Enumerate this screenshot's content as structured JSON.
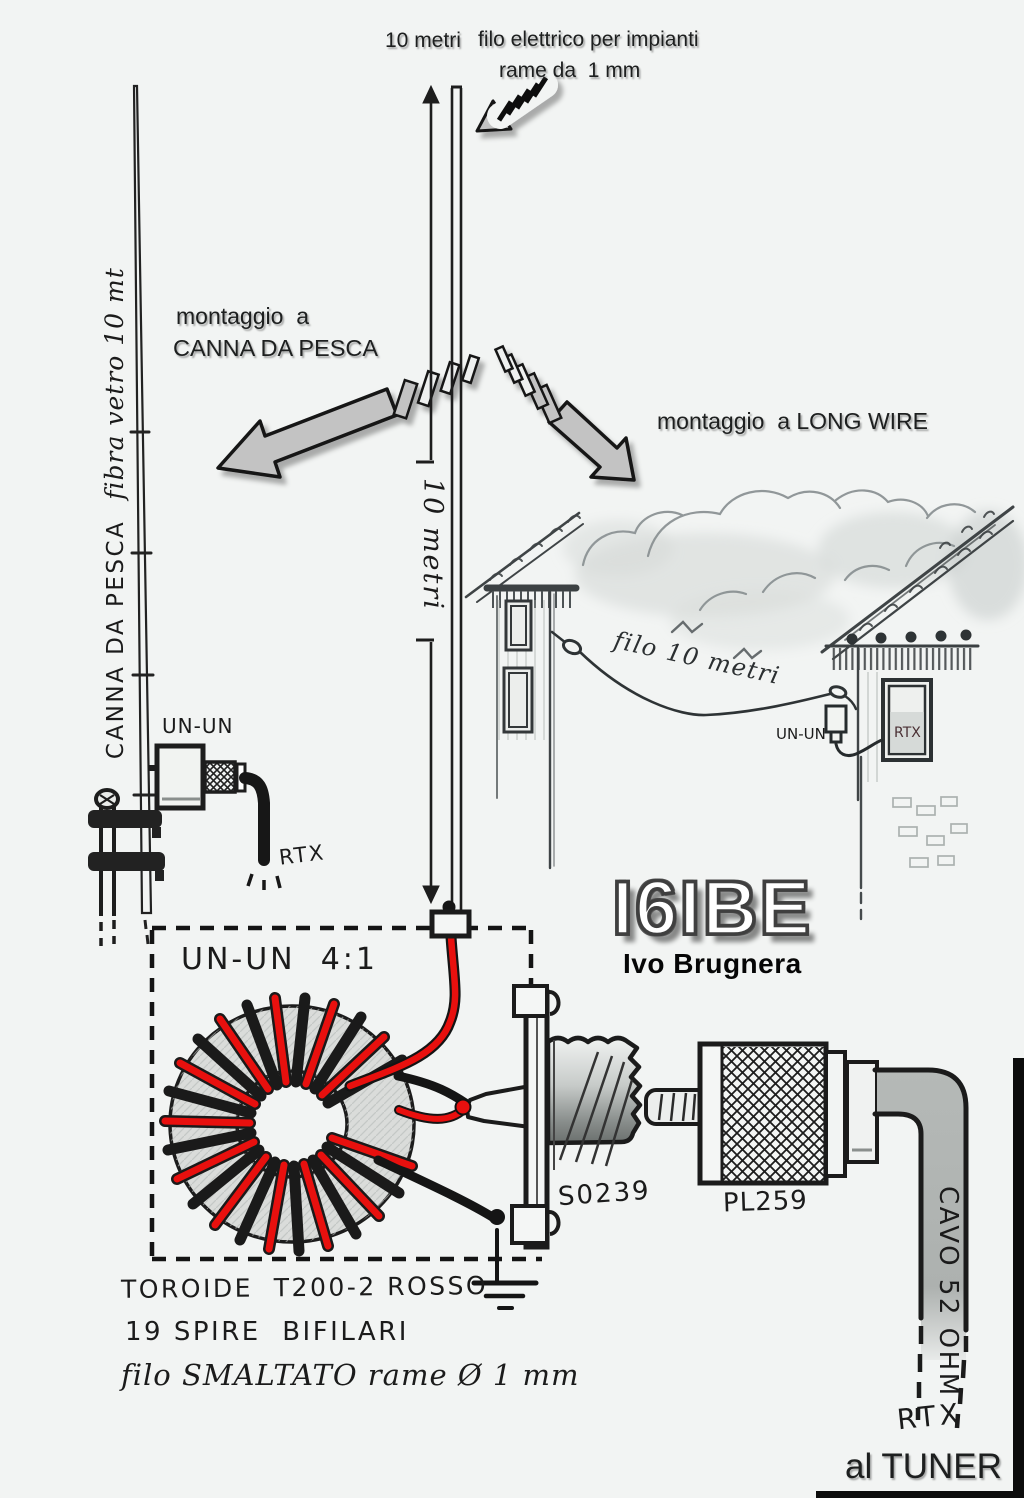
{
  "labels": {
    "wire_len_top": "10 metri",
    "wire_type_1": "filo elettrico per impianti",
    "wire_type_2": "rame da  1 mm",
    "mount_rod_1": "montaggio  a",
    "mount_rod_2": "CANNA DA PESCA",
    "mount_longwire": "montaggio  a LONG WIRE",
    "rod_part1": "CANNA DA PESCA",
    "rod_part2": "fibra vetro 10 mt",
    "wire_len_vertical": "10 metri",
    "unun_left": "UN-UN",
    "rtx_left": "RTX",
    "filo_span": "filo 10 metri",
    "unun_right": "UN-UN",
    "rtx_right": "RTX",
    "unun_ratio": "UN-UN  4:1",
    "so239": "S0239",
    "pl259": "PL259",
    "cavo": "CAVO 52 OHM",
    "note_1": "TOROIDE  T200-2 ROSSO",
    "note_2": "19 SPIRE  BIFILARI",
    "note_3": "filo SMALTATO rame Ø 1 mm",
    "rtx_bottom": "RTX",
    "tuner": "al TUNER"
  },
  "credit": {
    "callsign": "I6IBE",
    "author": "Ivo Brugnera"
  },
  "colors": {
    "paper": "#f2f4f3",
    "ink": "#1b1b1b",
    "pencil": "#878e90",
    "wire_red": "#e8100e",
    "arrow_gray": "#c3c3c3",
    "toroid_body": "#dadcda",
    "scan_edge": "#0c0c0c"
  }
}
